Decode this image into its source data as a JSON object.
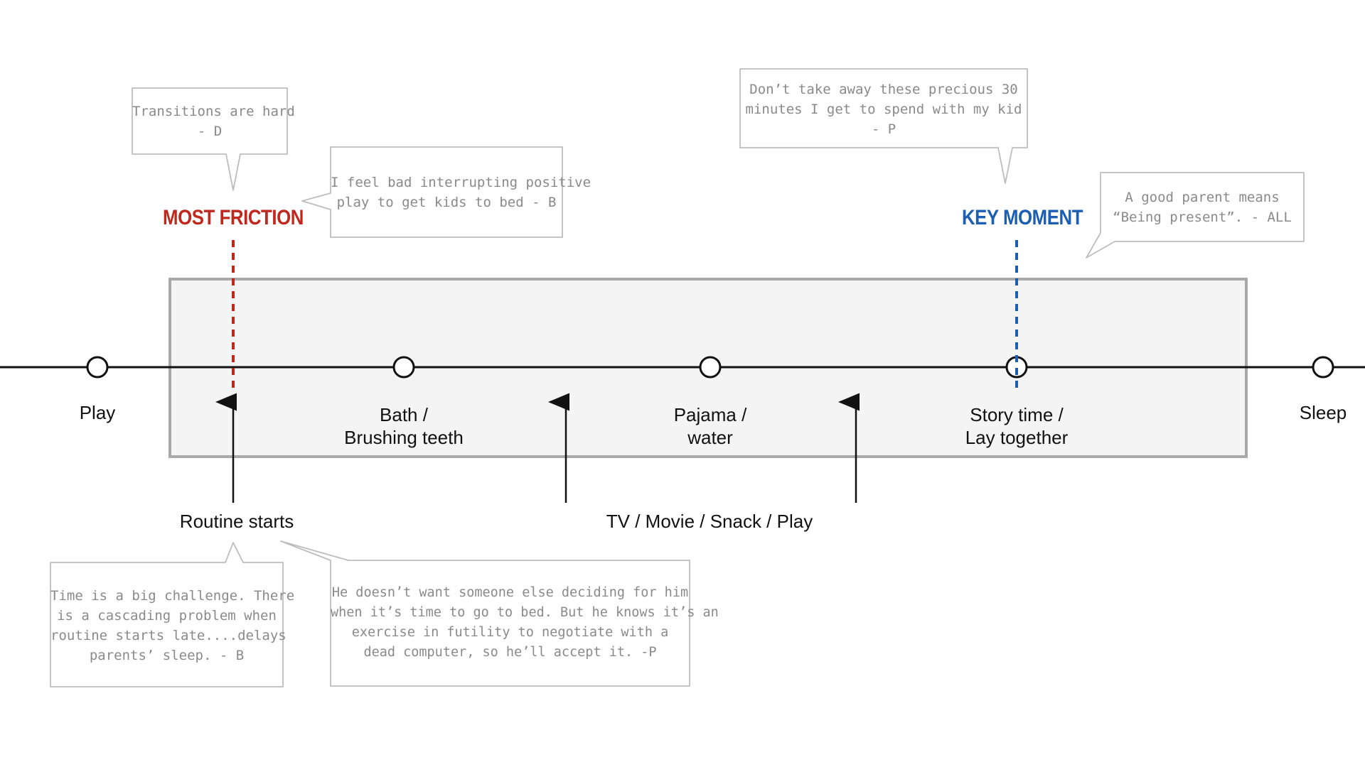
{
  "colors": {
    "friction": "#c0281e",
    "key_moment": "#1a5fb4",
    "timeline": "#111111",
    "box_fill": "#f4f4f4",
    "box_stroke": "#a9a9a9",
    "bubble_text": "#8a8a8a",
    "bubble_stroke": "#bdbdbd"
  },
  "markers": {
    "friction_label": "MOST FRICTION",
    "key_moment_label": "KEY MOMENT"
  },
  "stages": {
    "play": "Play",
    "bath_line1": "Bath /",
    "bath_line2": "Brushing teeth",
    "pajama_line1": "Pajama /",
    "pajama_line2": "water",
    "story_line1": "Story time /",
    "story_line2": "Lay together",
    "sleep": "Sleep"
  },
  "events": {
    "routine_starts": "Routine starts",
    "tv_movie": "TV / Movie / Snack / Play"
  },
  "quotes": {
    "transitions": [
      "Transitions are hard",
      "- D"
    ],
    "interrupting": [
      "I feel bad interrupting positive",
      "play to get kids to bed - B"
    ],
    "precious": [
      "Don’t take away these precious 30",
      "minutes I get to spend with my kid",
      "- P"
    ],
    "good_parent": [
      "A good parent means",
      "“Being present”. - ALL"
    ],
    "time_challenge": [
      "Time is a big challenge. There",
      "is a cascading problem when",
      "routine starts late....delays",
      "parents’ sleep.  - B"
    ],
    "decide": [
      "He doesn’t want someone else deciding for him",
      "when it’s time to go to bed. But he knows it’s an",
      "exercise in futility to negotiate with a",
      "dead computer, so he’ll accept it. -P"
    ]
  }
}
